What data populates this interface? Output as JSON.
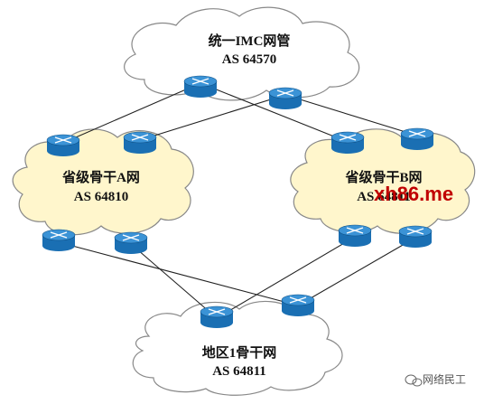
{
  "clouds": {
    "imc": {
      "name": "统一IMC网管",
      "as": "AS 64570",
      "fill": "#ffffff"
    },
    "backbone_a": {
      "name": "省级骨干A网",
      "as": "AS 64810",
      "fill": "#fff6cc"
    },
    "backbone_b": {
      "name": "省级骨干B网",
      "as": "AS 64811",
      "fill": "#fff6cc"
    },
    "region1": {
      "name": "地区1骨干网",
      "as": "AS 64811",
      "fill": "#ffffff"
    }
  },
  "overlay_text": "xh86.me",
  "watermark": {
    "icon": "wechat-icon",
    "label": "网络民工"
  },
  "colors": {
    "router_body": "#1a6fb3",
    "router_top": "#3b93d6",
    "link_line": "#222222",
    "cloud_stroke": "#888888",
    "overlay": "#c00000"
  }
}
